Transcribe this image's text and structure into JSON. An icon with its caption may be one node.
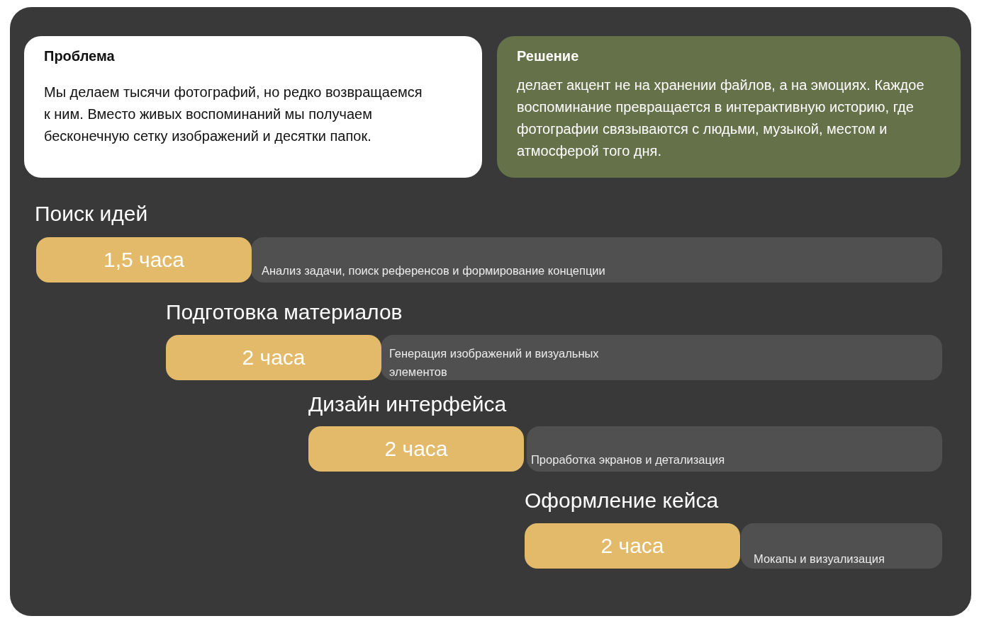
{
  "diagram": {
    "nodes": [
      {
        "text": [
          "Проблема",
          "Мы делаем тысячи фотографий, но редко возвращаемся к ним. Вместо живых воспоминаний мы получаем бесконечную сетку изображений и десятки папок."
        ]
      },
      {
        "text": [
          "Решение",
          "делает акцент не на хранении файлов, а на эмоциях. Каждое воспоминание превращается в интерактивную историю, где фотографии связываются с людьми, музыкой, местом и атмосферой того дня."
        ]
      },
      {
        "text": [
          "1,5 часа"
        ]
      },
      {
        "text": [
          "Анализ задачи, поиск референсов и формирование концепции"
        ]
      },
      {
        "text": [
          "2 часа"
        ]
      },
      {
        "text": [
          "Генерация изображений и визуальных элементов"
        ]
      },
      {
        "text": [
          "2 часа"
        ]
      },
      {
        "text": [
          "Проработка экранов и детализация"
        ]
      },
      {
        "text": [
          "2 часа"
        ]
      },
      {
        "text": [
          "Мокапы и визуализация"
        ]
      }
    ],
    "labels": [
      "Поиск идей",
      "Подготовка материалов",
      "Дизайн интерфейса",
      "Оформление кейса"
    ]
  }
}
